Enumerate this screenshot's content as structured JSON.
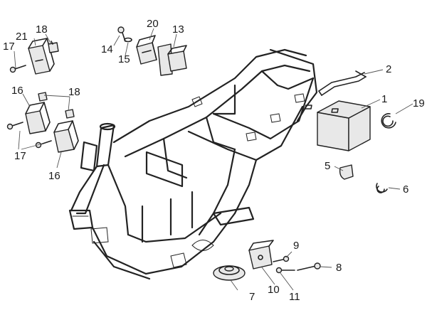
{
  "title": "",
  "callouts": {
    "c1": "1",
    "c2": "2",
    "c5": "5",
    "c6": "6",
    "c7": "7",
    "c8": "8",
    "c9": "9",
    "c10": "10",
    "c11": "11",
    "c13": "13",
    "c14": "14",
    "c15": "15",
    "c16a": "16",
    "c16b": "16",
    "c17a": "17",
    "c17b": "17",
    "c18a": "18",
    "c18b": "18",
    "c19": "19",
    "c20": "20",
    "c21": "21"
  },
  "colors": {
    "line": "#222222",
    "fill": "#e8e8e8",
    "background": "#ffffff"
  }
}
